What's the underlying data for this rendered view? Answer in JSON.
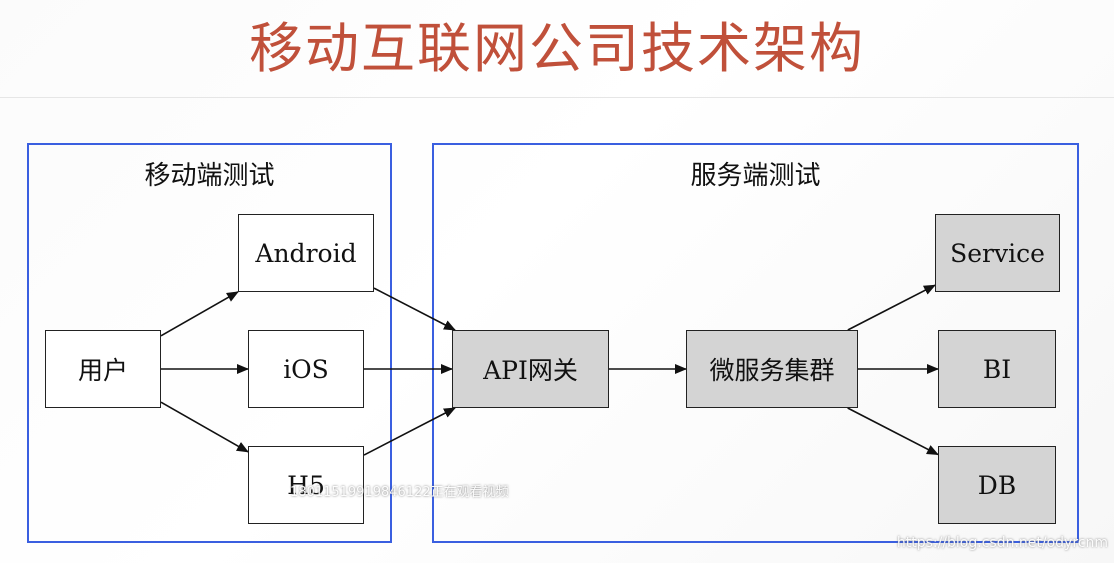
{
  "title": "移动互联网公司技术架构",
  "groups": {
    "mobile": {
      "label": "移动端测试"
    },
    "server": {
      "label": "服务端测试"
    }
  },
  "nodes": {
    "user": "用户",
    "android": "Android",
    "ios": "iOS",
    "h5": "H5",
    "api_gateway": "API网关",
    "microservices": "微服务集群",
    "service": "Service",
    "bi": "BI",
    "db": "DB"
  },
  "edges": [
    {
      "from": "user",
      "to": "android"
    },
    {
      "from": "user",
      "to": "ios"
    },
    {
      "from": "user",
      "to": "h5"
    },
    {
      "from": "android",
      "to": "api_gateway"
    },
    {
      "from": "ios",
      "to": "api_gateway"
    },
    {
      "from": "h5",
      "to": "api_gateway"
    },
    {
      "from": "api_gateway",
      "to": "microservices"
    },
    {
      "from": "microservices",
      "to": "service"
    },
    {
      "from": "microservices",
      "to": "bi"
    },
    {
      "from": "microservices",
      "to": "db"
    }
  ],
  "overlays": {
    "viewer_notice": "18011519919846122正在观看视频",
    "source_watermark": "https://blog.csdn.net/odyrcnm"
  },
  "colors": {
    "title": "#c0503a",
    "group_border": "#3a5fe0",
    "node_fill_gray": "#d4d4d4",
    "node_fill_white": "#ffffff",
    "edge": "#111111"
  }
}
